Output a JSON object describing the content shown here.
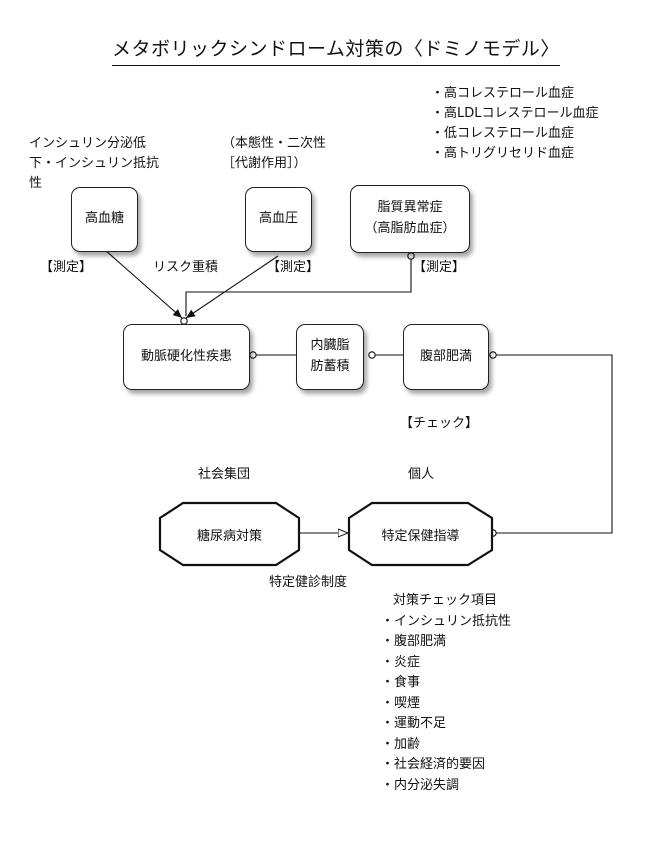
{
  "title": "メタボリックシンドローム対策の〈ドミノモデル〉",
  "lipid_list": [
    "・高コレステロール血症",
    "・高LDLコレステロール血症",
    "・低コレステロール血症",
    "・高トリグリセリド血症"
  ],
  "insulin_note": [
    "インシュリン分泌低",
    "下・インシュリン抵抗",
    "性"
  ],
  "bp_note": [
    "（本態性・二次性",
    "［代謝作用］）"
  ],
  "boxes": {
    "hyperglycemia": "高血糖",
    "hypertension": "高血圧",
    "dyslipidemia_1": "脂質異常症",
    "dyslipidemia_2": "（高脂肪血症）",
    "arterial": "動脈硬化性疾患",
    "visceral_1": "内臓脂",
    "visceral_2": "肪蓄積",
    "obesity": "腹部肥満"
  },
  "labels": {
    "measure_1": "【測定】",
    "risk": "リスク重積",
    "measure_2": "【測定】",
    "measure_3": "【測定】",
    "check": "【チェック】",
    "society": "社会集団",
    "individual": "個人",
    "checkup": "特定健診制度"
  },
  "octagons": {
    "diabetes": "糖尿病対策",
    "guidance": "特定保健指導"
  },
  "check_items": {
    "heading": "対策チェック項目",
    "items": [
      "・インシュリン抵抗性",
      "・腹部肥満",
      "・炎症",
      "・食事",
      "・喫煙",
      "・運動不足",
      "・加齢",
      "・社会経済的要因",
      "・内分泌失調"
    ]
  }
}
